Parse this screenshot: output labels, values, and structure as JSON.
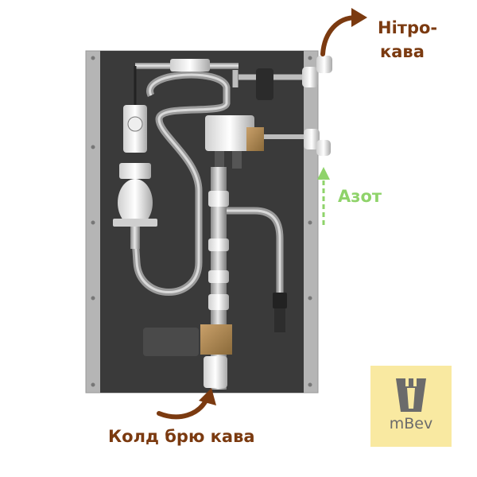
{
  "labels": {
    "nitro_coffee_line1": "Нітро-",
    "nitro_coffee_line2": "кава",
    "nitrogen": "Азот",
    "cold_brew": "Колд брю кава"
  },
  "logo": {
    "text": "mBev"
  },
  "colors": {
    "brown": "#7b3a10",
    "green": "#8fd36a",
    "panel": "#3a3a3a",
    "frame": "#b5b5b5",
    "logo_bg": "#f9e9a1",
    "logo_gray": "#6b6b6b"
  }
}
